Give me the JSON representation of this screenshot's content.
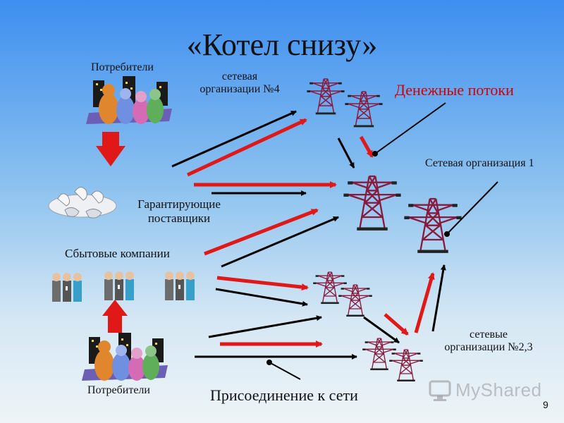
{
  "slide": {
    "title": "«Котел снизу»",
    "page_number": "9"
  },
  "labels": {
    "consumers_top": "Потребители",
    "network_org_4_line1": "сетевая",
    "network_org_4_line2": "организации №4",
    "money_flows": "Денежные потоки",
    "network_org_1": "Сетевая организация 1",
    "guaranteeing_line1": "Гарантирующие",
    "guaranteeing_line2": "поставщики",
    "sales_companies": "Сбытовые компании",
    "network_orgs_23_line1": "сетевые",
    "network_orgs_23_line2": "организации №2,3",
    "consumers_bottom": "Потребители",
    "grid_connection": "Присоединение к сети"
  },
  "watermark": {
    "text": "MyShared"
  },
  "colors": {
    "money_arrow": "#e01818",
    "black_arrow": "#000000",
    "money_label": "#d40000",
    "tower_stroke": "#8a1a3c"
  }
}
